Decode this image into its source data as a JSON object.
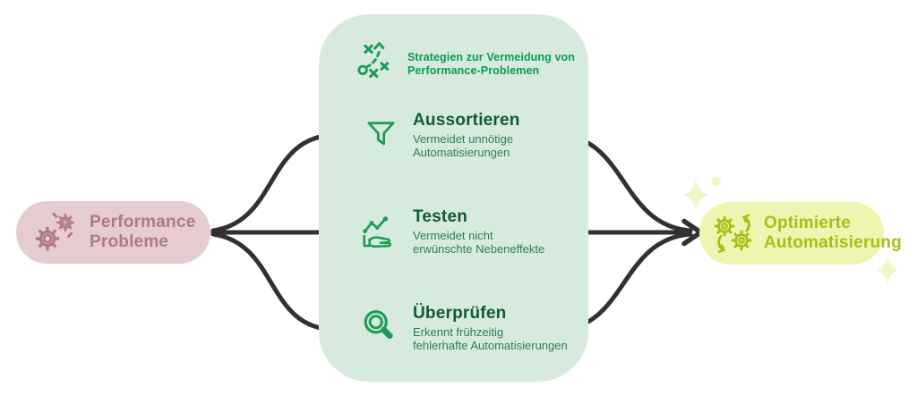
{
  "diagram": {
    "source": {
      "title": "Performance\nProbleme",
      "icon": "gears-malfunction-icon"
    },
    "panel": {
      "header": {
        "title": "Strategien zur Vermeidung von\nPerformance-Problemen",
        "icon": "strategy-tactics-icon"
      },
      "items": [
        {
          "title": "Aussortieren",
          "description": "Vermeidet unnötige\nAutomatisierungen",
          "icon": "funnel-icon"
        },
        {
          "title": "Testen",
          "description": "Vermeidet nicht\nerwünschte Nebeneffekte",
          "icon": "hand-chart-icon"
        },
        {
          "title": "Überprüfen",
          "description": "Erkennt frühzeitig\nfehlerhafte Automatisierungen",
          "icon": "magnifier-icon"
        }
      ]
    },
    "result": {
      "title": "Optimierte\nAutomatisierung",
      "icon": "gears-refresh-icon"
    },
    "colors": {
      "source_bg": "#E6CBCF",
      "source_fg": "#AD7B86",
      "panel_bg": "#D6EBDD",
      "icon_green": "#1E9C55",
      "header_green": "#0C9B4E",
      "title_green": "#0E5C31",
      "desc_green": "#2B8150",
      "result_bg": "#EFF5B0",
      "result_fg": "#A9BE16",
      "arrow": "#313133",
      "sparkle": "#F3F7C8"
    }
  }
}
